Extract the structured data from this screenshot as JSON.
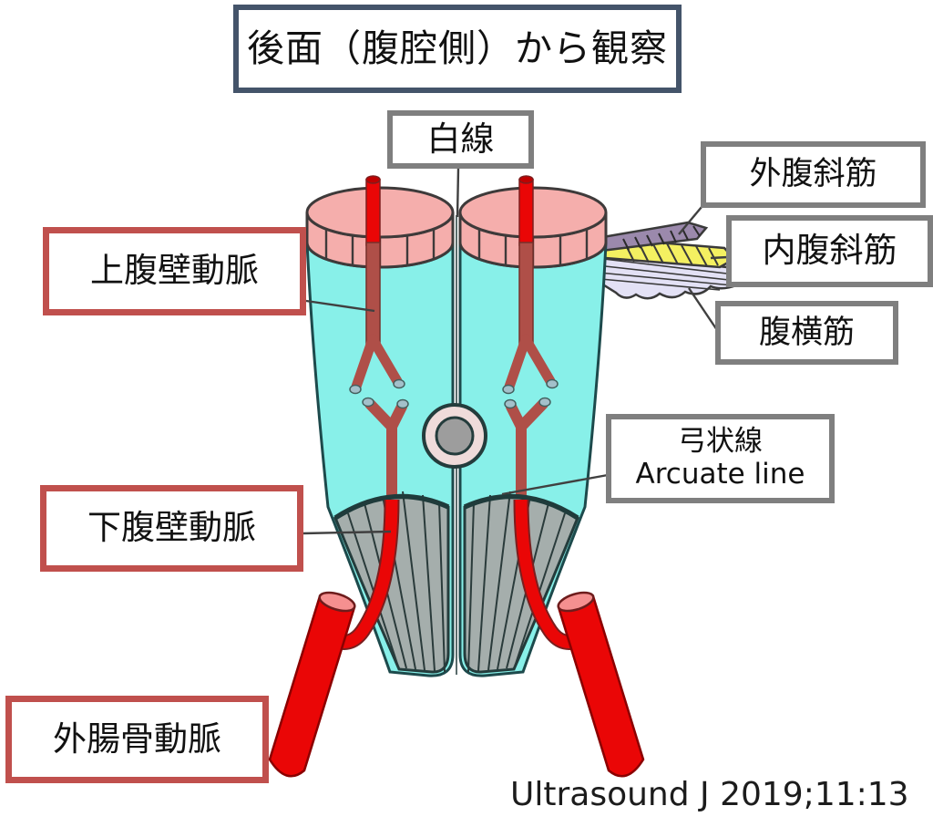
{
  "title": "後面（腹腔側）から観察",
  "labels": {
    "linea_alba": "白線",
    "external_oblique": "外腹斜筋",
    "internal_oblique": "内腹斜筋",
    "transversus_abdominis": "腹横筋",
    "superior_epigastric_artery": "上腹壁動脈",
    "arcuate_line_jp": "弓状線",
    "arcuate_line_en": "Arcuate line",
    "inferior_epigastric_artery": "下腹壁動脈",
    "external_iliac_artery": "外腸骨動脈"
  },
  "citation": "Ultrasound J 2019;11:13",
  "colors": {
    "title-border": "#44546A",
    "gray-border": "#7F7F7F",
    "red-border": "#C0504D",
    "muscle-cyan": "#88F0E9",
    "muscle-outline": "#1D4A4C",
    "cut-pink": "#F5AEAC",
    "artery-bright-red": "#EA0606",
    "artery-dark-red": "#AF4F48",
    "sheath-gray": "#A5AEAC",
    "external-oblique-purple": "#9B89AC",
    "internal-oblique-yellow": "#F4F061",
    "transversus-lavender": "#E3E1F5",
    "vessel-cap-blue": "#A3C0CA",
    "iliac-cap-pink": "#F59090"
  }
}
